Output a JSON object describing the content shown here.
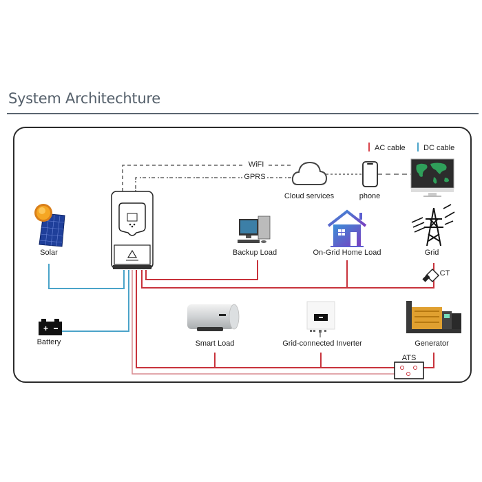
{
  "header": {
    "title": "System Architechture"
  },
  "legend": {
    "ac": {
      "label": "AC cable",
      "color": "#d9434b"
    },
    "dc": {
      "label": "DC cable",
      "color": "#4aa3c9"
    }
  },
  "comms": {
    "wifi": "WiFI",
    "gprs": "GPRS"
  },
  "nodes": {
    "cloud": "Cloud services",
    "phone": "phone",
    "solar": "Solar",
    "battery": "Battery",
    "backup_load": "Backup Load",
    "home_load": "On-Grid Home Load",
    "grid": "Grid",
    "ct": "CT",
    "smart_load": "Smart Load",
    "grid_inverter": "Grid-connected Inverter",
    "generator": "Generator",
    "ats": "ATS"
  },
  "colors": {
    "ac": "#c8323b",
    "dc": "#4aa3c9",
    "ac_light": "#d98a8f"
  }
}
